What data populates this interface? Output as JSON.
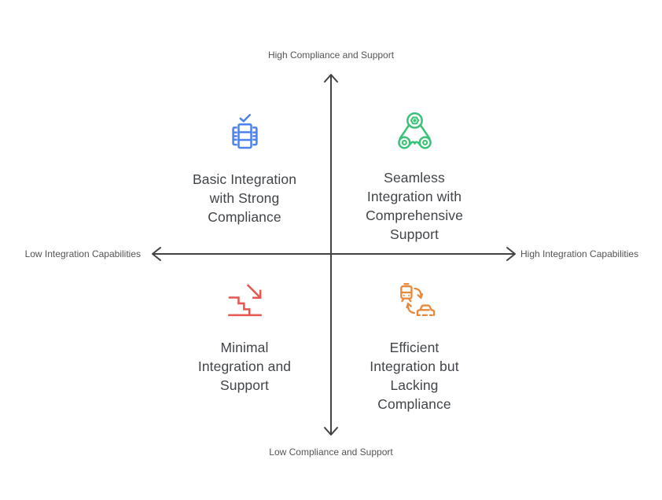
{
  "diagram_type": "quadrant-matrix",
  "axes": {
    "top_label": "High Compliance and Support",
    "bottom_label": "Low Compliance and Support",
    "left_label": "Low Integration Capabilities",
    "right_label": "High Integration Capabilities",
    "line_color": "#424242",
    "label_color": "#545454"
  },
  "quadrants": {
    "top_left": {
      "label": "Basic Integration with Strong Compliance",
      "lines": [
        "Basic Integration",
        "with Strong",
        "Compliance"
      ],
      "icon": "server-rack-check-icon",
      "icon_color": "#4e82ec"
    },
    "top_right": {
      "label": "Seamless Integration with Comprehensive Support",
      "lines": [
        "Seamless",
        "Integration with",
        "Comprehensive",
        "Support"
      ],
      "icon": "belt-pulley-icon",
      "icon_color": "#3cc178"
    },
    "bottom_left": {
      "label": "Minimal Integration and Support",
      "lines": [
        "Minimal",
        "Integration and",
        "Support"
      ],
      "icon": "stairs-down-icon",
      "icon_color": "#e7574f"
    },
    "bottom_right": {
      "label": "Efficient Integration but Lacking Compliance",
      "lines": [
        "Efficient",
        "Integration but",
        "Lacking",
        "Compliance"
      ],
      "icon": "vehicle-swap-icon",
      "icon_color": "#e8883b"
    }
  },
  "text_color": "#414549"
}
